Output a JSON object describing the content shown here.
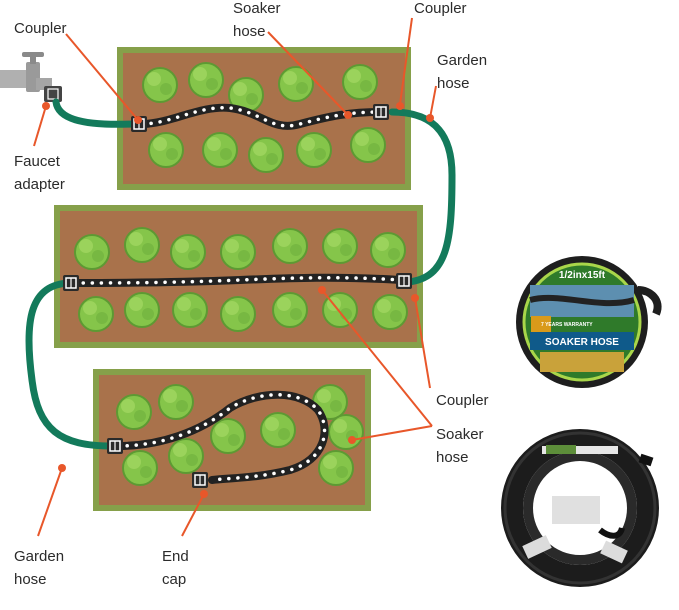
{
  "labels": {
    "coupler_top_left": "Coupler",
    "soaker_hose_top": "Soaker\nhose",
    "coupler_top_right": "Coupler",
    "garden_hose_top": "Garden\nhose",
    "faucet_adapter": "Faucet\nadapter",
    "coupler_middle": "Coupler",
    "soaker_hose_middle": "Soaker\nhose",
    "garden_hose_bottom": "Garden\nhose",
    "end_cap": "End\ncap"
  },
  "product_label": {
    "size": "1/2inx15ft",
    "warranty": "7 YEARS WARRANTY",
    "name": "SOAKER HOSE"
  },
  "colors": {
    "soil": "#a8724b",
    "bed_border": "#86a04a",
    "plant": "#86c44a",
    "garden_hose": "#117a5a",
    "soaker_hose": "#222222",
    "leader_dot": "#e8572a"
  }
}
